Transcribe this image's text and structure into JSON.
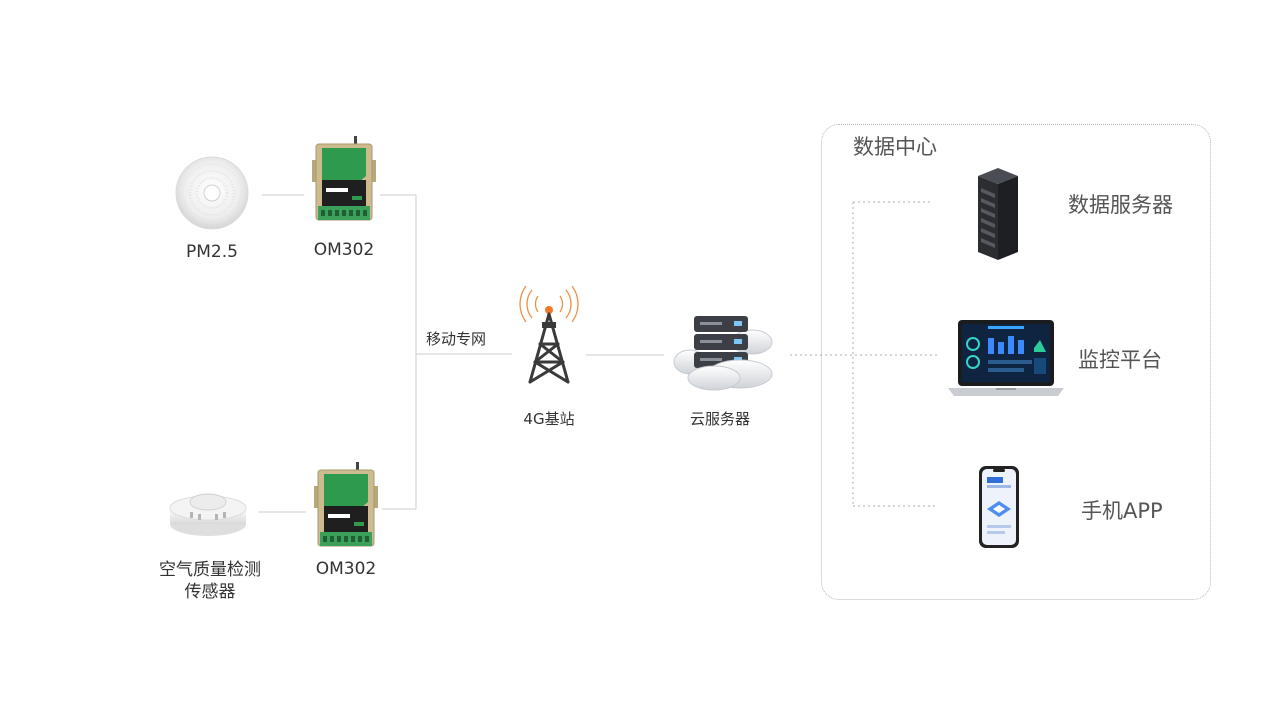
{
  "devices": {
    "pm25": {
      "label": "PM2.5"
    },
    "gateway_top": {
      "label": "OM302"
    },
    "air_sensor": {
      "label_line1": "空气质量检测",
      "label_line2": "传感器"
    },
    "gateway_bottom": {
      "label": "OM302"
    }
  },
  "network": {
    "label": "移动专网"
  },
  "tower": {
    "label": "4G基站"
  },
  "cloud": {
    "label": "云服务器"
  },
  "data_center": {
    "title": "数据中心",
    "server": "数据服务器",
    "platform": "监控平台",
    "app": "手机APP"
  },
  "colors": {
    "gateway_green": "#2e9a4e",
    "gateway_body": "#cdbb8f",
    "connector_green": "#3aa05a",
    "signal_orange": "#f07a2a",
    "line_gray": "#c8c8c8"
  }
}
